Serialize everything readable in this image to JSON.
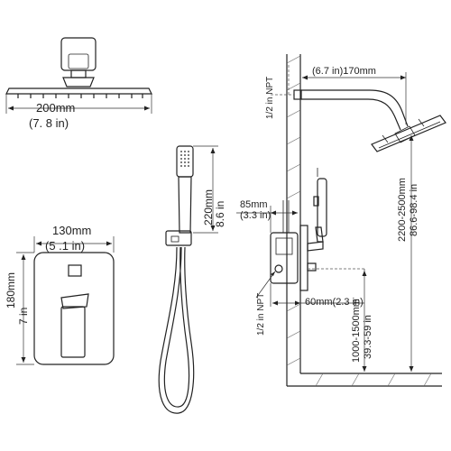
{
  "showerhead_top": {
    "width_mm": "200mm",
    "width_in": "(7. 8  in)"
  },
  "handheld": {
    "height_mm": "220mm",
    "height_in": "8.6 in"
  },
  "valve_plate": {
    "width_mm": "130mm",
    "width_in": "(5 .1 in)",
    "height_mm": "180mm",
    "height_in": "7 in"
  },
  "side_view": {
    "arm_length": "(6.7 in)170mm",
    "top_npt": "1/2 in NPT",
    "depth_mm": "85mm",
    "depth_in": "(3.3 in)",
    "bottom_npt": "1/2 in NPT",
    "offset": "60mm(2.3 in)",
    "total_height_mm": "2200-2500mm",
    "total_height_in": "86.6-98.4 in",
    "valve_height_mm": "1000-1500mm",
    "valve_height_in": "39.3-59 in"
  }
}
